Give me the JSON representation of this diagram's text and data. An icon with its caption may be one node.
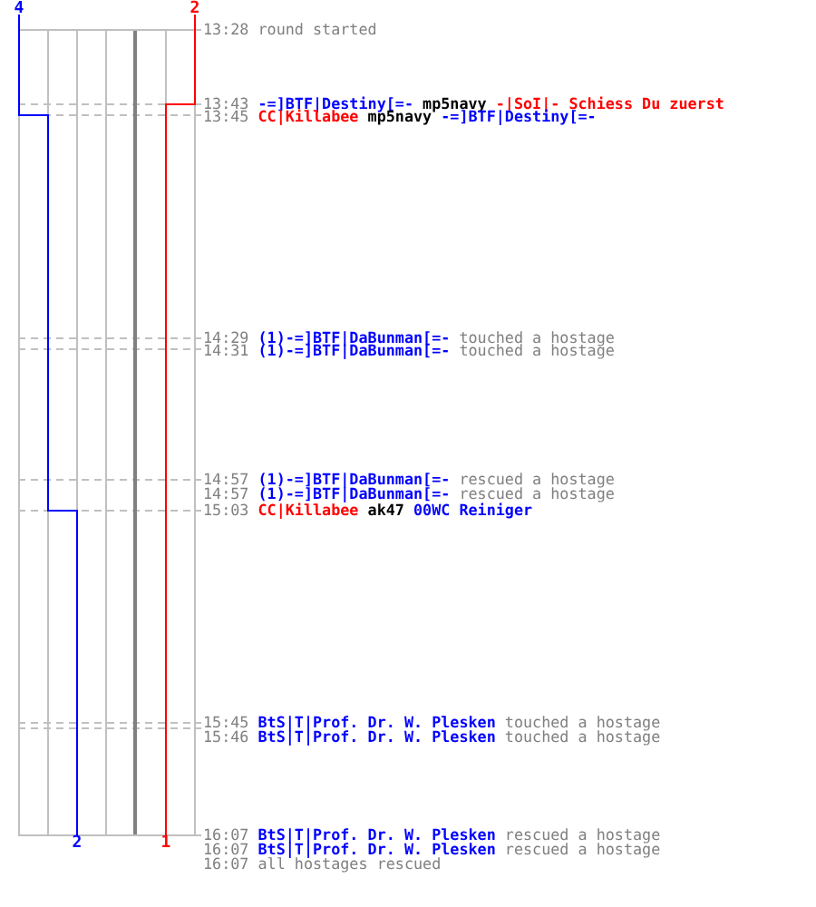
{
  "diagram": {
    "labels": [
      "4",
      "2",
      "13:28",
      "round started",
      "13:43",
      "-=]BTF|Destiny[=-",
      "mp5navy",
      "-|SoI|- Schiess Du zuerst",
      "13:45",
      "CC|Killabee",
      "mp5navy",
      "-=]BTF|Destiny[=-",
      "14:29",
      "(1)-=]BTF|DaBunman[=-",
      "touched a hostage",
      "14:31",
      "(1)-=]BTF|DaBunman[=-",
      "touched a hostage",
      "14:57",
      "(1)-=]BTF|DaBunman[=-",
      "rescued a hostage",
      "14:57",
      "(1)-=]BTF|DaBunman[=-",
      "rescued a hostage",
      "15:03",
      "CC|Killabee",
      "ak47",
      "00WC Reiniger",
      "15:45",
      "BtS|T|Prof. Dr. W. Plesken",
      "touched a hostage",
      "15:46",
      "BtS|T|Prof. Dr. W. Plesken",
      "touched a hostage",
      "16:07",
      "BtS|T|Prof. Dr. W. Plesken",
      "rescued a hostage",
      "16:07",
      "BtS|T|Prof. Dr. W. Plesken",
      "rescued a hostage",
      "16:07",
      "all hostages rescued",
      "2",
      "1"
    ]
  }
}
